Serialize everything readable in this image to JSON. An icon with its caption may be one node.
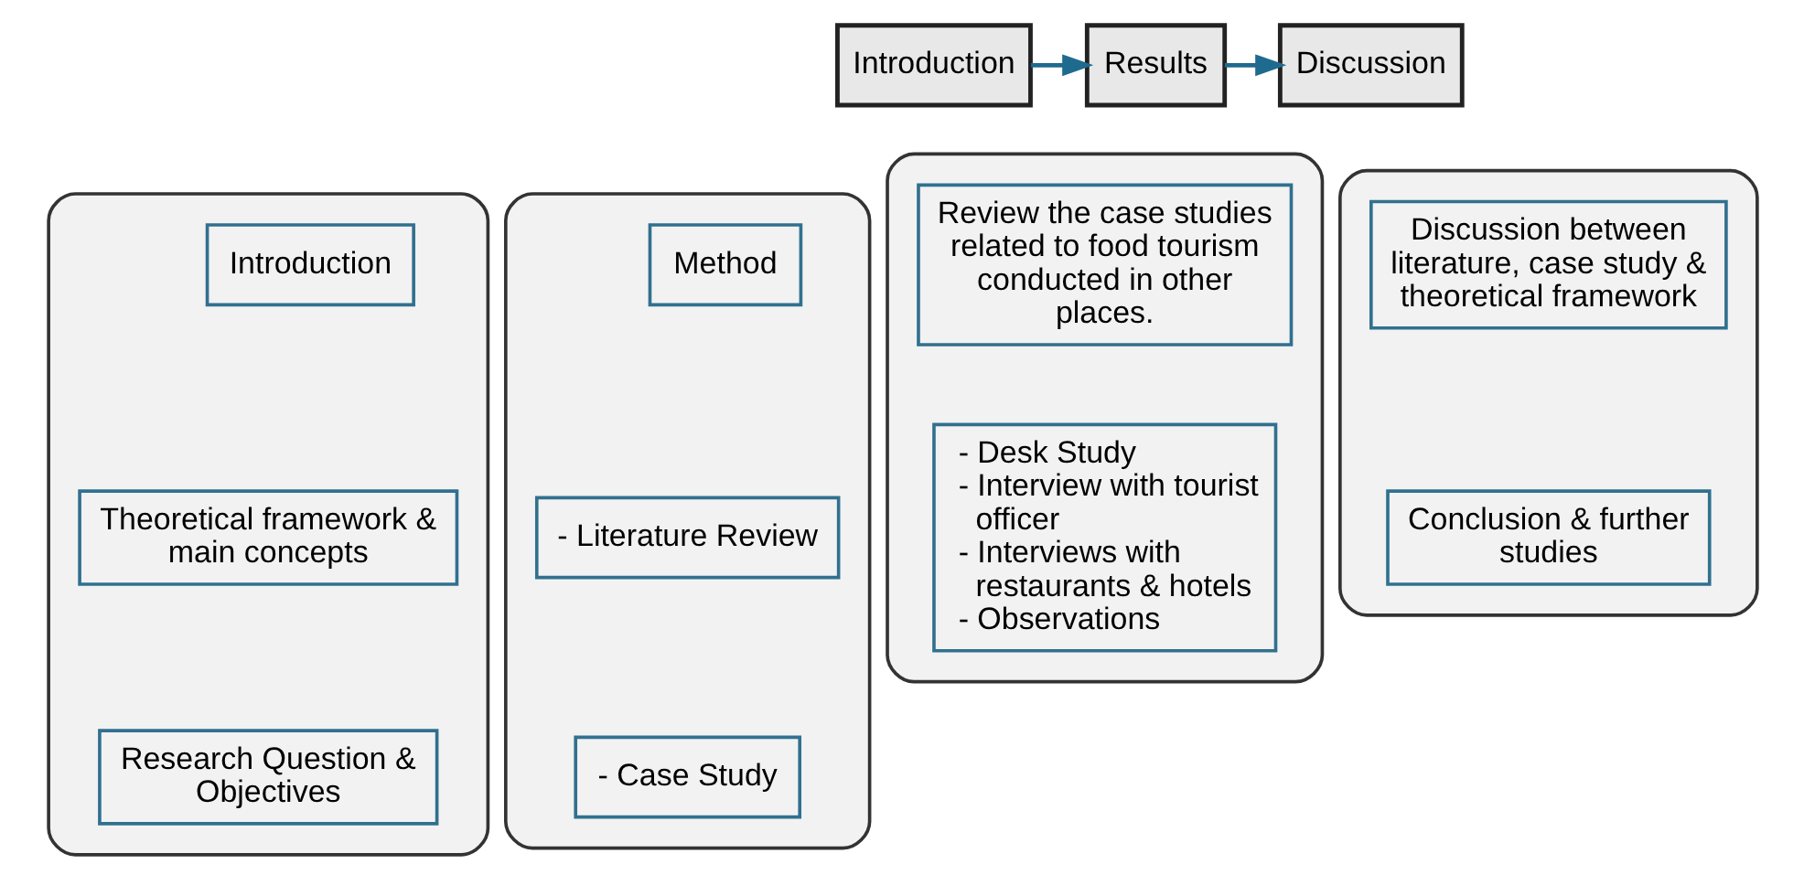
{
  "diagram": {
    "nodes": [
      {
        "text": [
          "Introduction"
        ]
      },
      {
        "text": [
          "Results"
        ]
      },
      {
        "text": [
          "Discussion"
        ]
      },
      {
        "text": [],
        "shape": "box"
      },
      {
        "text": [
          "Introduction"
        ],
        "in": 3
      },
      {
        "text": [
          "Theoretical framework & main concepts"
        ],
        "in": 3
      },
      {
        "text": [
          "Research Question & Objectives"
        ],
        "in": 3
      },
      {
        "text": [],
        "shape": "box"
      },
      {
        "text": [
          "Method"
        ],
        "in": 7
      },
      {
        "text": [
          "- Literature Review"
        ],
        "in": 7
      },
      {
        "text": [
          "- Case Study"
        ],
        "in": 7
      },
      {
        "text": [],
        "shape": "box"
      },
      {
        "text": [
          "Review the case studies related to food tourism conducted in other places."
        ],
        "in": 11
      },
      {
        "text": [
          "- Desk Study",
          "- Interview with tourist officer",
          "- Interviews with restaurants & hotels",
          "- Observations"
        ],
        "in": 11
      },
      {
        "text": [],
        "shape": "box"
      },
      {
        "text": [
          "Discussion between literature, case study & theoretical framework"
        ],
        "in": 14
      },
      {
        "text": [
          "Conclusion & further studies"
        ],
        "in": 14
      }
    ],
    "edges": [
      {
        "from": 0,
        "to": 1,
        "arrow": "to",
        "color": "#1f6a8f"
      },
      {
        "from": 1,
        "to": 2,
        "arrow": "to",
        "color": "#1f6a8f"
      }
    ]
  }
}
